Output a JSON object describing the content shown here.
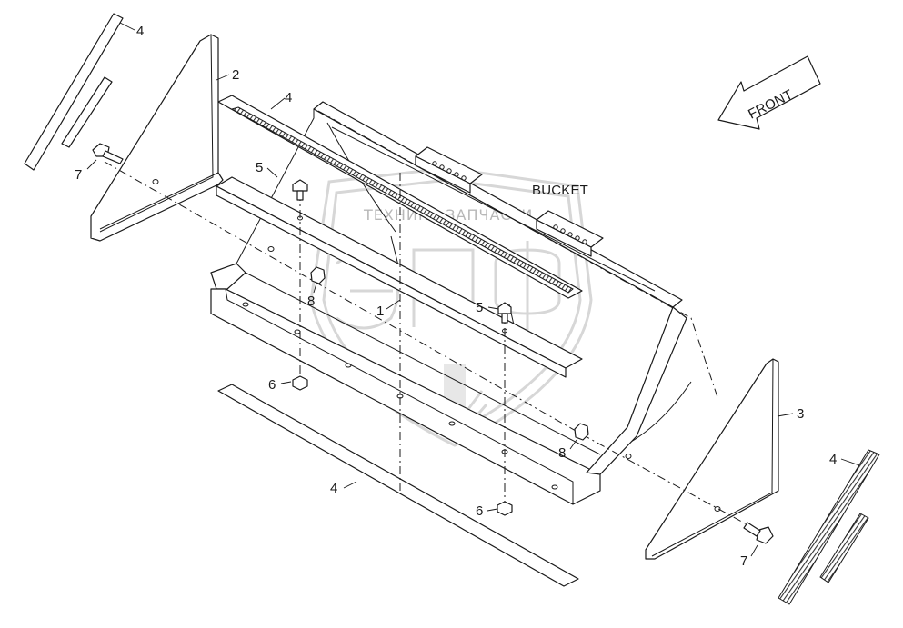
{
  "diagram": {
    "bucket_label": "BUCKET",
    "front_label": "FRONT",
    "callouts": {
      "c1": "1",
      "c2": "2",
      "c3": "3",
      "c4a": "4",
      "c4b": "4",
      "c4c": "4",
      "c4d": "4",
      "c5a": "5",
      "c5b": "5",
      "c6a": "6",
      "c6b": "6",
      "c7a": "7",
      "c7b": "7",
      "c8a": "8",
      "c8b": "8"
    }
  },
  "watermark": {
    "text": "ТЕХНИКА   ЗАПЧАСТИ",
    "logo_letters": "ЭПФ"
  },
  "colors": {
    "line": "#1a1a1a",
    "watermark": "#c9c9c9",
    "background": "#ffffff"
  }
}
